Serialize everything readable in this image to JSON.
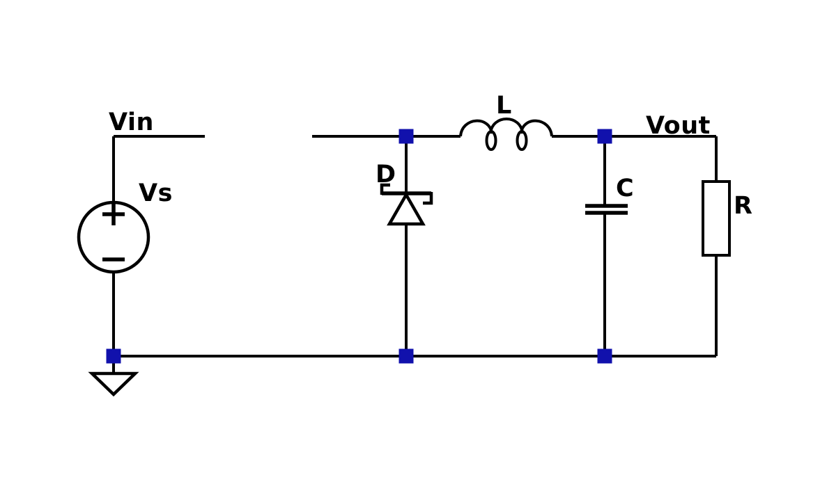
{
  "diagram": {
    "kind": "circuit-schematic",
    "description": "Buck converter output stage: DC source Vs feeding (through an open switch gap) a freewheeling schottky diode D, series inductor L, output capacitor C and load resistor R, with Vin and Vout net labels and a ground symbol",
    "labels": {
      "input_net": "Vin",
      "source": "Vs",
      "diode": "D",
      "inductor": "L",
      "capacitor": "C",
      "output_net": "Vout",
      "resistor": "R"
    },
    "components": [
      {
        "id": "voltage-source",
        "label": "Vs",
        "type": "dc-voltage-source"
      },
      {
        "id": "diode",
        "label": "D",
        "type": "schottky-diode",
        "orientation": "anode-bottom-cathode-top"
      },
      {
        "id": "inductor",
        "label": "L",
        "type": "inductor",
        "turns": 3
      },
      {
        "id": "capacitor",
        "label": "C",
        "type": "capacitor"
      },
      {
        "id": "resistor",
        "label": "R",
        "type": "resistor"
      },
      {
        "id": "ground",
        "type": "ground-symbol"
      }
    ],
    "junction_count": 5,
    "colors": {
      "wire": "#000000",
      "node": "#1111AC",
      "label": "#000000",
      "background": "#FFFFFF",
      "component_fill": "#FFFFFF"
    }
  }
}
